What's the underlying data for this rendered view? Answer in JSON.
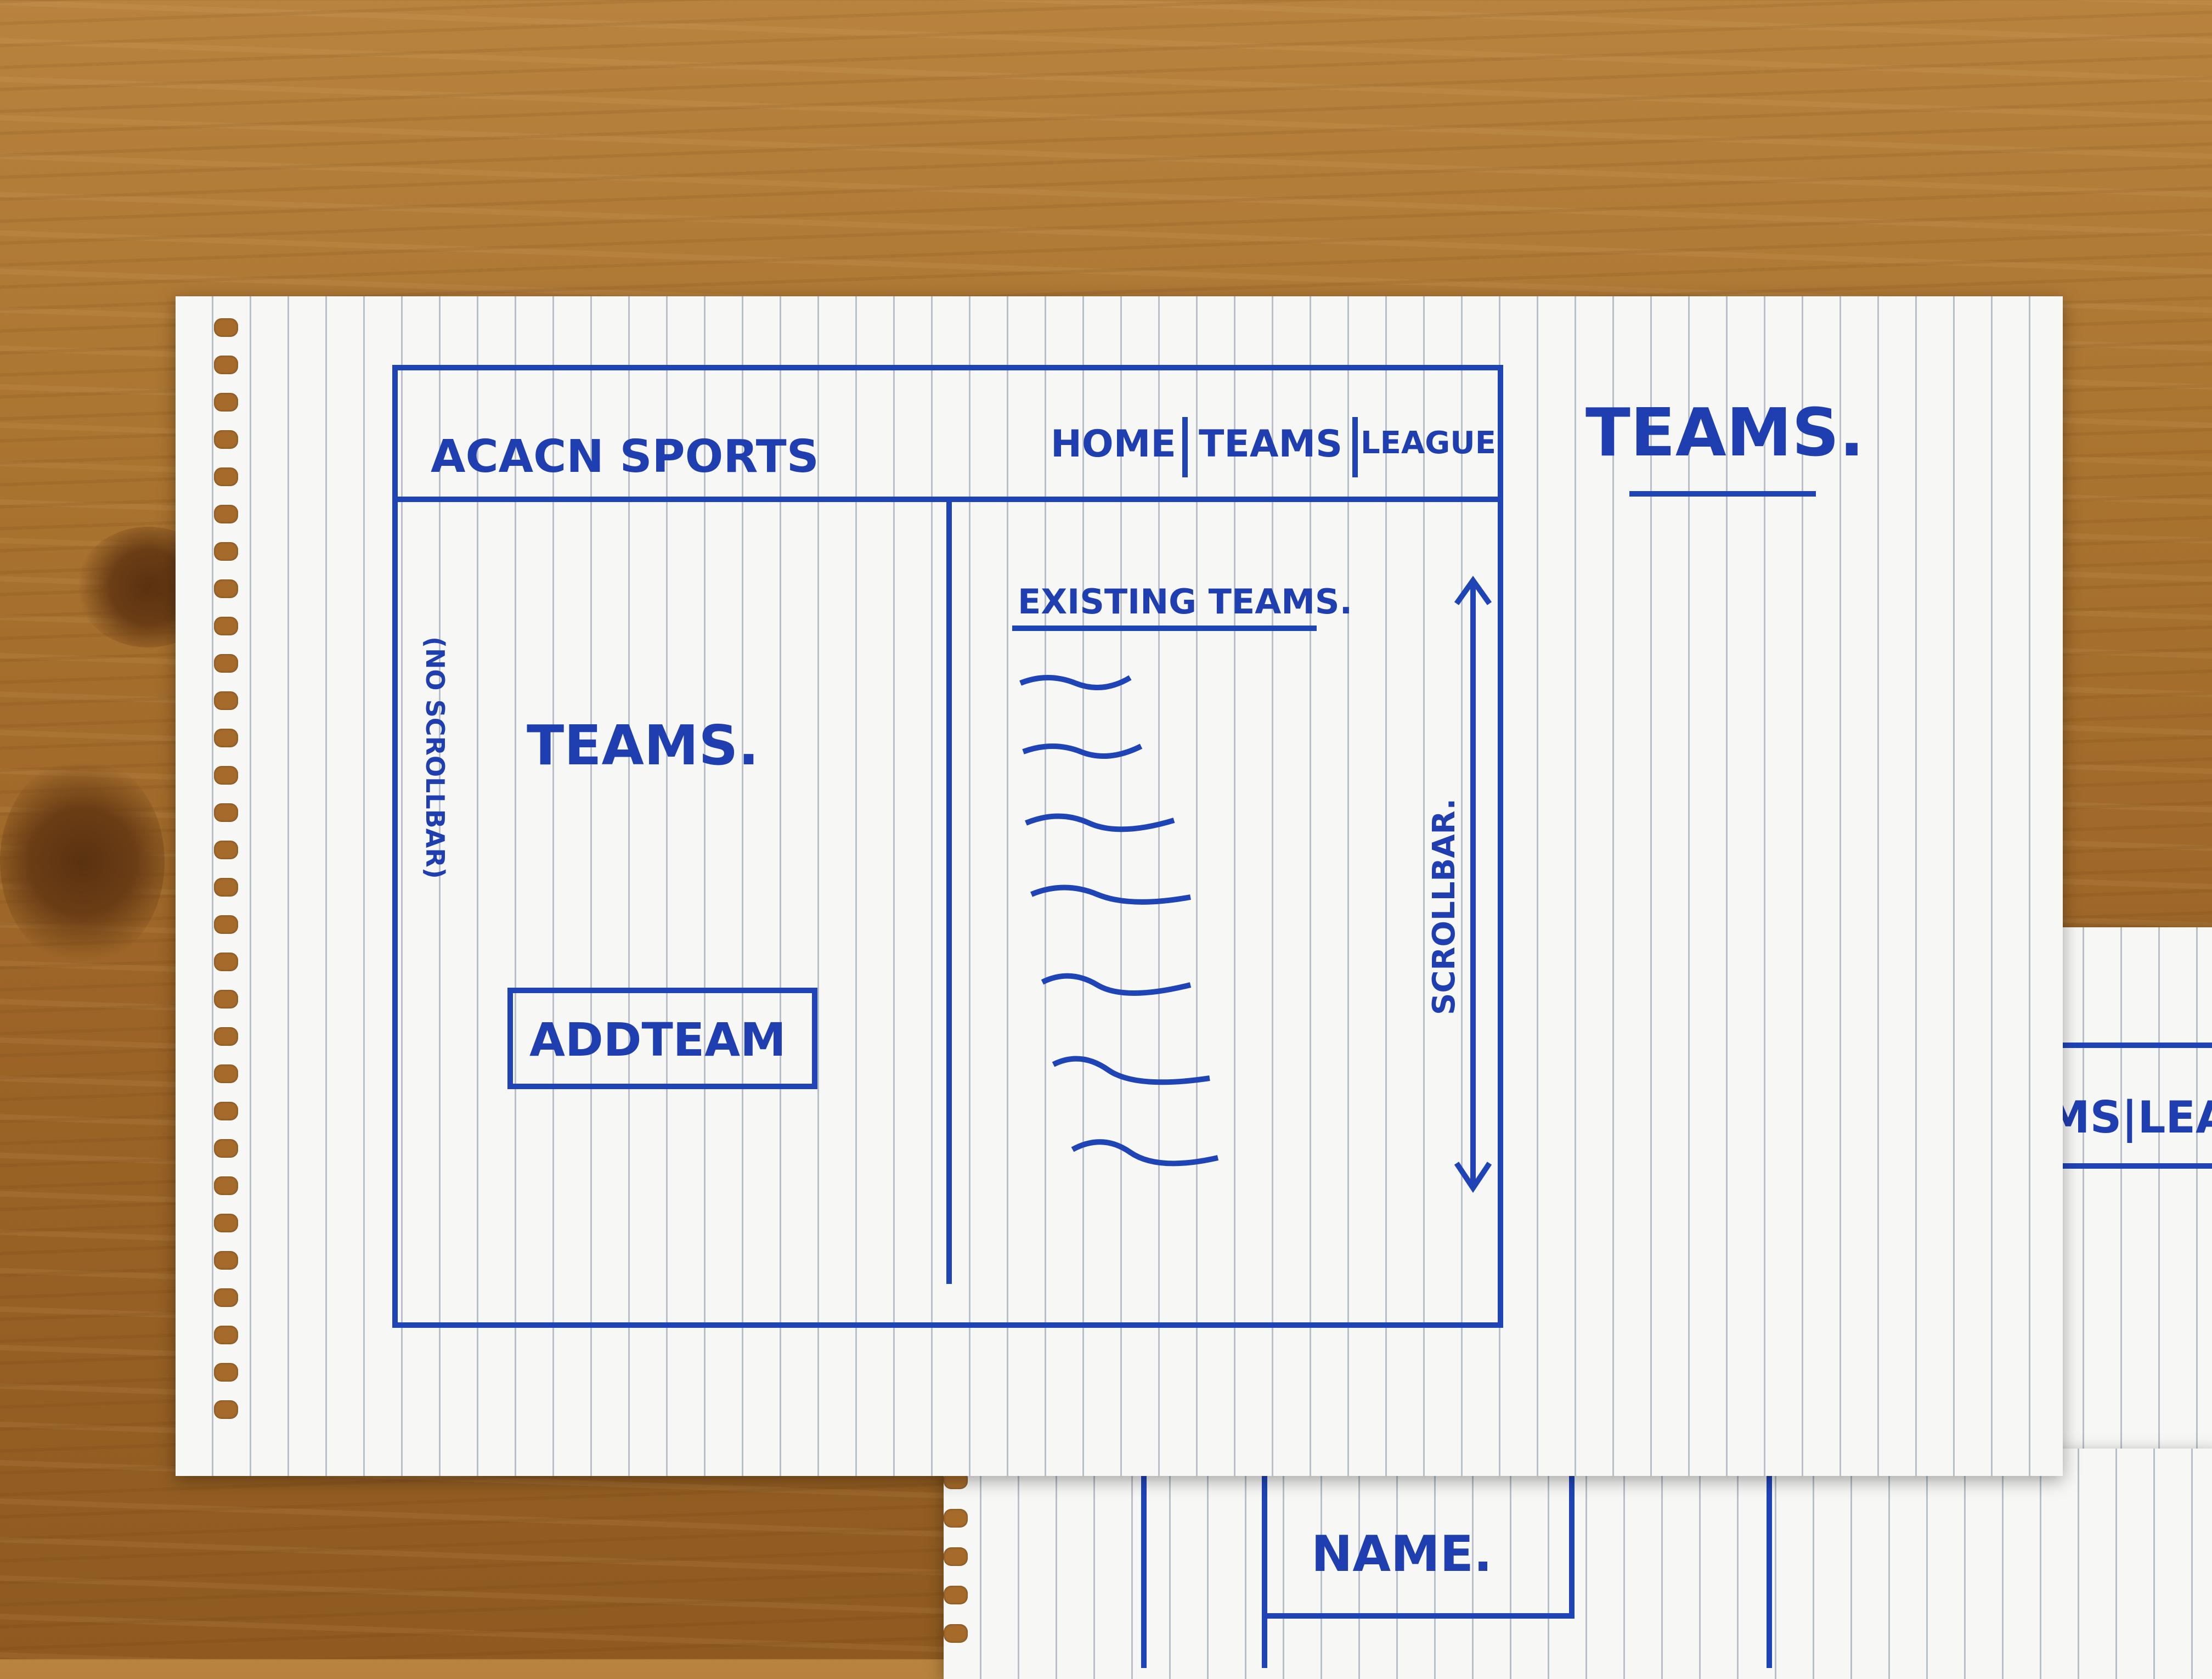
{
  "sketch": {
    "brand": "ACACN SPORTS",
    "nav": [
      "HOME",
      "TEAMS",
      "LEAGUE"
    ],
    "page_title": "TEAMS.",
    "left_panel": {
      "title": "TEAMS.",
      "note": "(NO SCROLLBAR)",
      "button_label": "ADDTEAM"
    },
    "right_panel": {
      "title": "EXISTING TEAMS.",
      "scrollbar_note": "SCROLLBAR."
    }
  },
  "second_sheet": {
    "nav_fragment": "MS|LEA",
    "label": "NAME."
  },
  "colors": {
    "ink": "#1f44b6",
    "paper": "#f7f7f5",
    "wood": "#a8722f"
  }
}
